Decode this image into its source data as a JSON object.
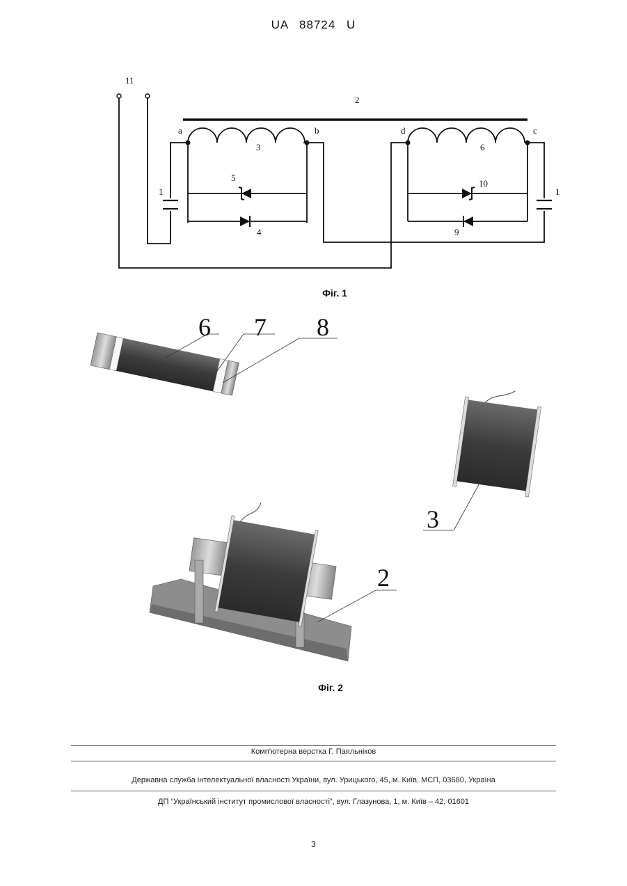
{
  "header": {
    "patent_number": "UA   88724   U"
  },
  "figure1": {
    "caption": "Фіг. 1",
    "labels": {
      "terminals": "11",
      "core": "2",
      "node_a": "a",
      "node_b": "b",
      "node_d": "d",
      "node_c": "c",
      "coil_left": "3",
      "coil_right": "6",
      "capacitor_left": "1",
      "capacitor_right": "1",
      "diode_5": "5",
      "diode_4": "4",
      "diode_10": "10",
      "diode_9": "9"
    }
  },
  "figure2": {
    "caption": "Фіг. 2",
    "labels": {
      "coil6": "6",
      "part7": "7",
      "part8": "8",
      "coil3": "3",
      "base2": "2"
    }
  },
  "footer": {
    "layout_credit": "Комп'ютерна верстка Г. Паяльніков",
    "service": "Державна служба інтелектуальної власності України, вул. Урицького, 45, м. Київ, МСП, 03680, Україна",
    "institute": "ДП “Український інститут промислової власності”, вул. Глазунова, 1, м. Київ – 42, 01601"
  },
  "page_number": "3"
}
